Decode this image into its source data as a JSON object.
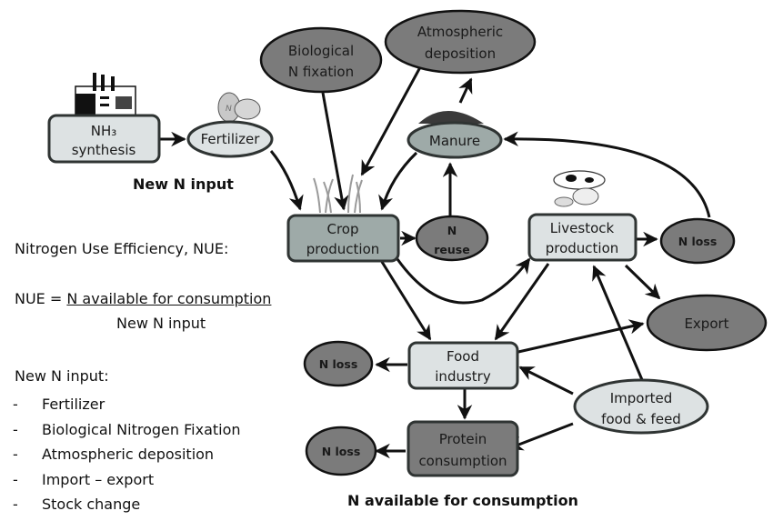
{
  "colors": {
    "dark_node": "#7b7b7b",
    "mid_node": "#9eaaa8",
    "light_node": "#dde2e3",
    "stroke": "#2f3433",
    "arrow": "#111111"
  },
  "nodes": {
    "nh3_synthesis": {
      "line1": "NH₃",
      "line2": "synthesis",
      "icon": "factory-icon"
    },
    "fertilizer": {
      "label": "Fertilizer",
      "icon": "fertilizer-bags-icon"
    },
    "biological_n_fixation": {
      "line1": "Biological",
      "line2": "N fixation"
    },
    "atmospheric_deposition": {
      "line1": "Atmospheric",
      "line2": "deposition"
    },
    "manure": {
      "label": "Manure",
      "icon": "manure-pile-icon"
    },
    "crop_production": {
      "line1": "Crop",
      "line2": "production",
      "icon": "crops-icon"
    },
    "n_reuse": {
      "line1": "N",
      "line2": "reuse"
    },
    "livestock_production": {
      "line1": "Livestock",
      "line2": "production",
      "icon": "livestock-icon"
    },
    "n_loss_livestock": {
      "label": "N loss"
    },
    "export": {
      "label": "Export"
    },
    "food_industry": {
      "line1": "Food",
      "line2": "industry"
    },
    "n_loss_food": {
      "label": "N loss"
    },
    "imported_food_feed": {
      "line1": "Imported",
      "line2": "food & feed"
    },
    "protein_consumption": {
      "line1": "Protein",
      "line2": "consumption"
    },
    "n_loss_protein": {
      "label": "N loss"
    }
  },
  "headings": {
    "new_n_input": "New N input",
    "n_available": "N available for consumption"
  },
  "nue": {
    "title": "Nitrogen Use Efficiency, NUE:",
    "formula_prefix": "NUE = ",
    "numerator": "N available for consumption",
    "denominator": "New N input"
  },
  "new_n_input_list": {
    "title": "New N input:",
    "items": [
      "Fertilizer",
      "Biological Nitrogen Fixation",
      "Atmospheric deposition",
      "Import – export",
      "Stock change"
    ]
  }
}
